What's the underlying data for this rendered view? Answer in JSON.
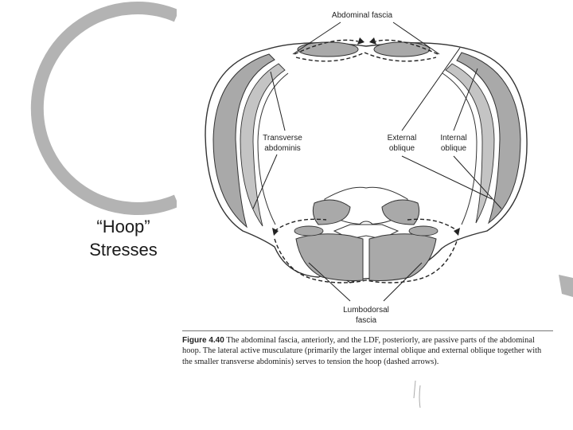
{
  "slide": {
    "title_line1": "“Hoop”",
    "title_line2": "Stresses"
  },
  "figure": {
    "labels": {
      "abdominal_fascia": "Abdominal fascia",
      "transverse_line1": "Transverse",
      "transverse_line2": "abdominis",
      "external_line1": "External",
      "external_line2": "oblique",
      "internal_line1": "Internal",
      "internal_line2": "oblique",
      "lumbodorsal_line1": "Lumbodorsal",
      "lumbodorsal_line2": "fascia"
    },
    "caption_number": "Figure 4.40",
    "caption_text": "The abdominal fascia, anteriorly, and the LDF, posteriorly, are passive parts of the abdominal hoop. The lateral active musculature (primarily the larger internal oblique and external oblique together with the smaller transverse abdominis) serves to tension the hoop (dashed arrows)."
  },
  "colors": {
    "ring": "#b3b3b3",
    "muscle": "#a9a9a9",
    "ink": "#222222"
  }
}
